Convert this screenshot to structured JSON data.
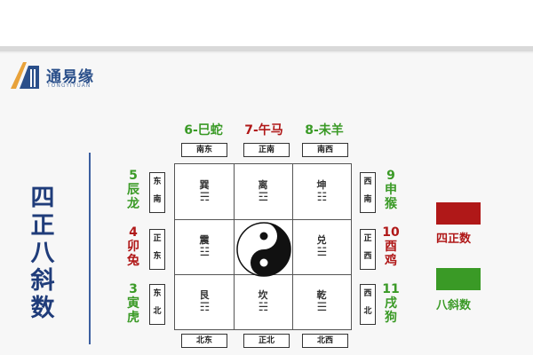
{
  "logo": {
    "name": "通易缘",
    "sub": "TONGYIYUAN"
  },
  "title": "四正八斜数",
  "top_labels": [
    {
      "text": "6-巳蛇",
      "color": "green"
    },
    {
      "text": "7-午马",
      "color": "red"
    },
    {
      "text": "8-未羊",
      "color": "green"
    }
  ],
  "top_dirs": [
    "南东",
    "正南",
    "南西"
  ],
  "bottom_dirs": [
    "北东",
    "正北",
    "北西"
  ],
  "left_dirs": [
    [
      "东",
      "南"
    ],
    [
      "正",
      "东"
    ],
    [
      "东",
      "北"
    ]
  ],
  "right_dirs": [
    [
      "西",
      "南"
    ],
    [
      "正",
      "西"
    ],
    [
      "西",
      "北"
    ]
  ],
  "left_labels": [
    {
      "num": "5",
      "a": "辰",
      "b": "龙",
      "color": "green"
    },
    {
      "num": "4",
      "a": "卯",
      "b": "兔",
      "color": "red"
    },
    {
      "num": "3",
      "a": "寅",
      "b": "虎",
      "color": "green"
    }
  ],
  "right_labels": [
    {
      "num": "9",
      "a": "申",
      "b": "猴",
      "color": "green"
    },
    {
      "num": "10",
      "a": "酉",
      "b": "鸡",
      "color": "red"
    },
    {
      "num": "11",
      "a": "戌",
      "b": "狗",
      "color": "green"
    }
  ],
  "trigrams": {
    "xun": {
      "name": "巽",
      "sym": "☴"
    },
    "li": {
      "name": "离",
      "sym": "☲"
    },
    "kun": {
      "name": "坤",
      "sym": "☷"
    },
    "zhen": {
      "name": "震",
      "sym": "☳"
    },
    "dui": {
      "name": "兑",
      "sym": "☱"
    },
    "gen": {
      "name": "艮",
      "sym": "☶"
    },
    "kan": {
      "name": "坎",
      "sym": "☵"
    },
    "qian": {
      "name": "乾",
      "sym": "☰"
    }
  },
  "legend": [
    {
      "label": "四正数",
      "color": "#b01818"
    },
    {
      "label": "八斜数",
      "color": "#3a9a26"
    }
  ],
  "colors": {
    "green": "#3a9a26",
    "red": "#b01818",
    "accent": "#1f3c7a"
  }
}
